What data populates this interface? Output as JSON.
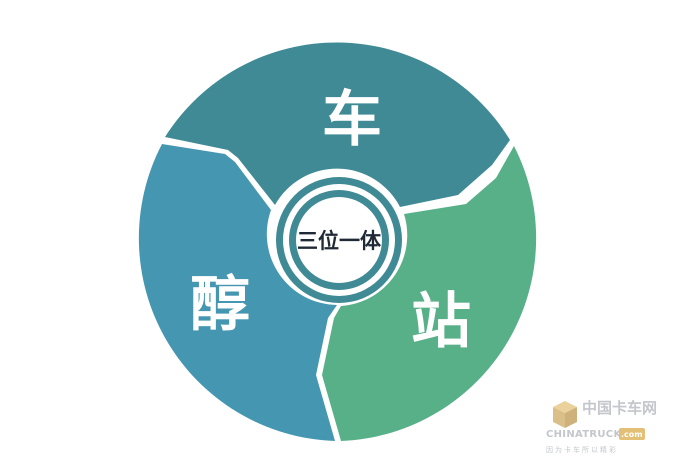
{
  "diagram": {
    "center_label": "三位一体",
    "segments": [
      {
        "id": "top",
        "label": "车",
        "color": "#3f8a95"
      },
      {
        "id": "bottom-right",
        "label": "站",
        "color": "#58b089"
      },
      {
        "id": "left",
        "label": "醇",
        "color": "#4597b1"
      }
    ],
    "ring_color": "#3f8a95"
  },
  "watermark": {
    "cn": "中国卡车网",
    "en": "CHINATRUCK",
    "com": ".com",
    "slogan": "因为卡车所以精彩"
  }
}
